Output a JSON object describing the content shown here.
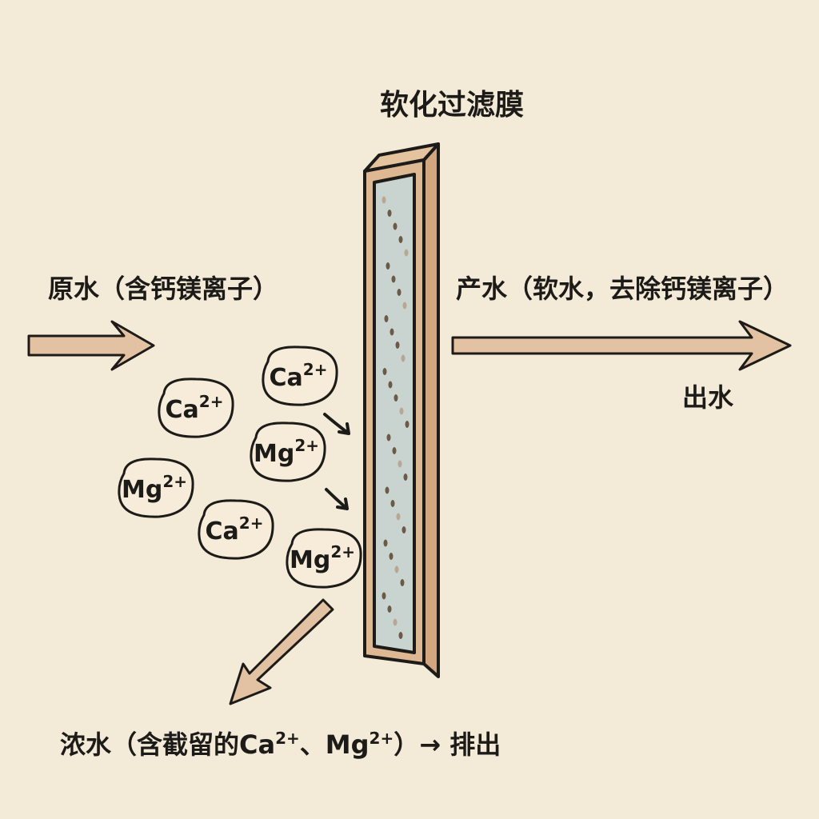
{
  "title": "软化过滤膜",
  "raw_water_label": "原水（含钙镁离子）",
  "product_water_label": "产水（软水，去除钙镁离子）",
  "outlet_label": "出水",
  "concentrate": {
    "prefix": "浓水（含截留的Ca",
    "sup1": "2+",
    "mid": "、Mg",
    "sup2": "2+",
    "suffix": "）→ 排出"
  },
  "ions": [
    {
      "element": "Ca",
      "charge": "2+"
    },
    {
      "element": "Ca",
      "charge": "2+"
    },
    {
      "element": "Mg",
      "charge": "2+"
    },
    {
      "element": "Mg",
      "charge": "2+"
    },
    {
      "element": "Ca",
      "charge": "2+"
    },
    {
      "element": "Mg",
      "charge": "2+"
    }
  ],
  "colors": {
    "background": "#f3ead8",
    "arrow": "#e3c2a3",
    "frame": "#deb892",
    "membrane": "#c9d3d0",
    "ion_fill": "#f6ecd9"
  }
}
